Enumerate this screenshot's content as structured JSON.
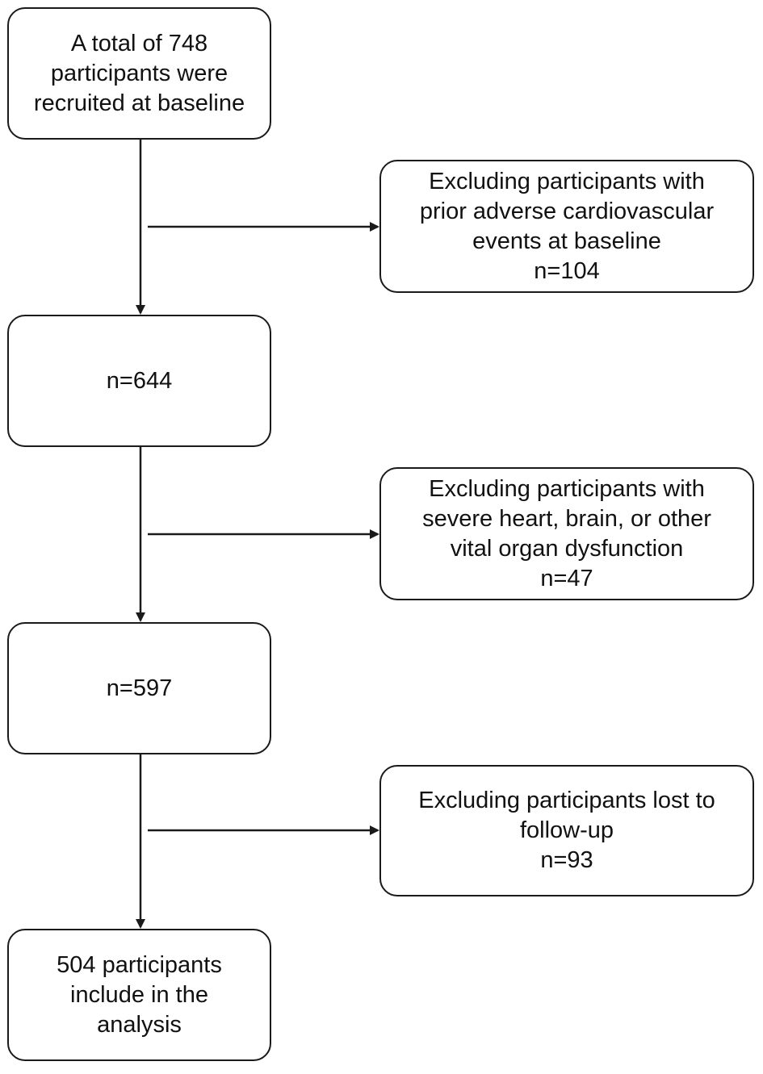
{
  "flow": {
    "baseline": {
      "lines": [
        "A total of 748",
        "participants were",
        "recruited at baseline"
      ]
    },
    "exclusion_1": {
      "lines": [
        "Excluding participants with",
        "prior adverse cardiovascular",
        "events at baseline"
      ],
      "count": "n=104"
    },
    "step_1": {
      "count": "n=644"
    },
    "exclusion_2": {
      "lines": [
        "Excluding participants with",
        "severe heart, brain, or other",
        "vital organ dysfunction"
      ],
      "count": "n=47"
    },
    "step_2": {
      "count": "n=597"
    },
    "exclusion_3": {
      "lines": [
        "Excluding participants lost to",
        "follow-up"
      ],
      "count": "n=93"
    },
    "final": {
      "lines": [
        "504 participants",
        "include in the",
        "analysis"
      ]
    }
  },
  "colors": {
    "stroke": "#1a1a1a",
    "background": "#ffffff",
    "text": "#111111"
  }
}
